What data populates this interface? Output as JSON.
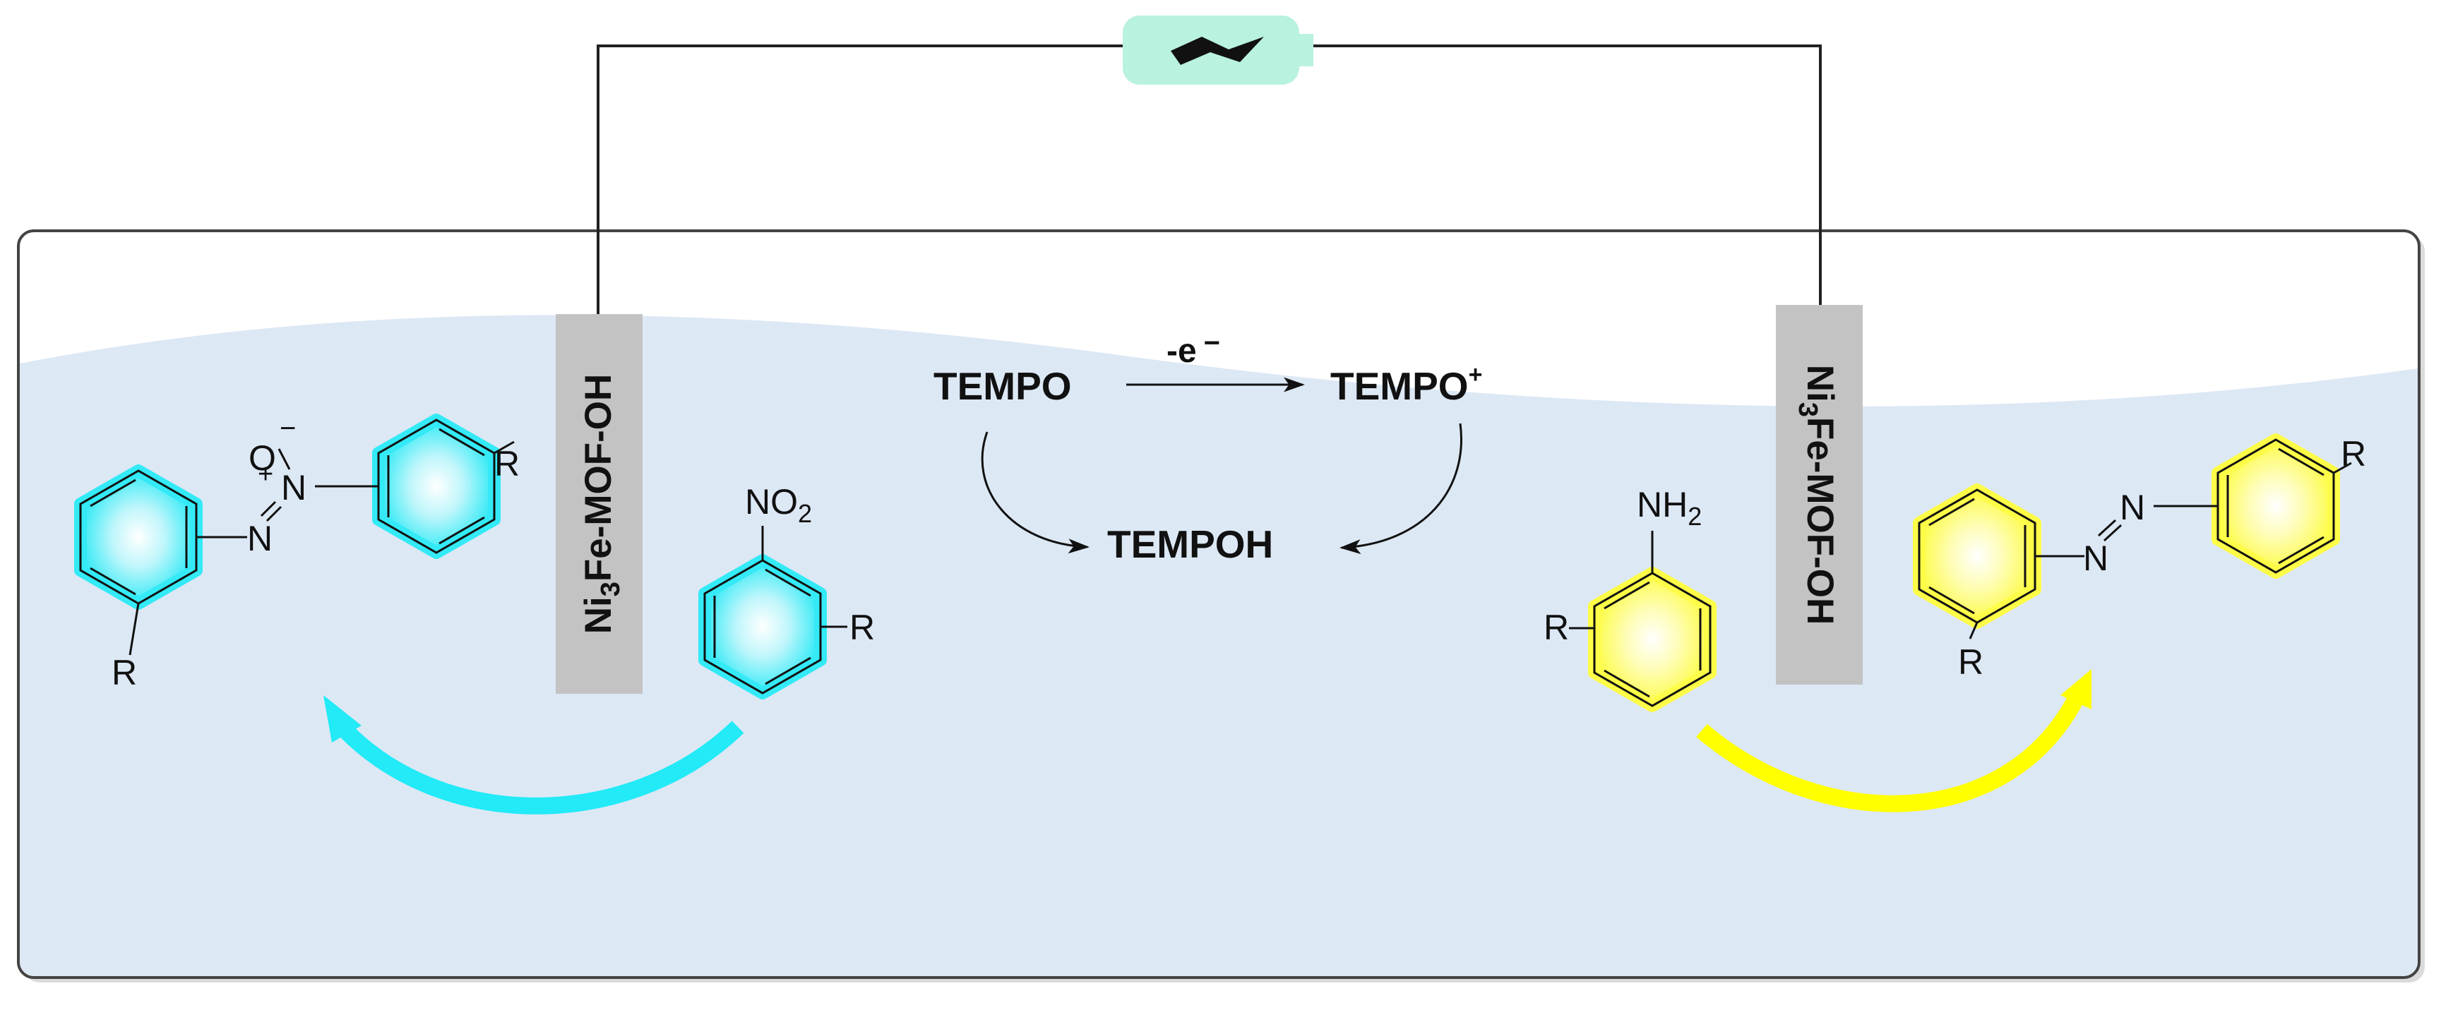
{
  "colors": {
    "solution": "#dde8f5",
    "cell_border": "#444444",
    "wire": "#222222",
    "battery": "#b9f2df",
    "electrode": "#c3c3c3",
    "cathode_ring": "#33eaf6",
    "anode_ring": "#fdfc47",
    "cathode_arrow": "#22eaf6",
    "anode_arrow": "#ffff00"
  },
  "electrodes": {
    "left": {
      "pre": "Ni",
      "sub": "3",
      "post": "Fe-MOF-OH"
    },
    "right": {
      "pre": "Ni",
      "sub": "3",
      "post": "Fe-MOF-OH"
    }
  },
  "mediator": {
    "tempo": "TEMPO",
    "tempo_plus": "TEMPO",
    "plus_sign": "+",
    "tempoh": "TEMPOH",
    "electron_loss": "-e",
    "electron_minus": "−"
  },
  "molecules": {
    "azoxy": {
      "o_minus": "O",
      "o_charge": "−",
      "n_plus": "N",
      "n_plus_charge": "+",
      "n_lower": "N",
      "r1": "R",
      "r2": "R"
    },
    "nitro": {
      "no2_pre": "NO",
      "no2_sub": "2",
      "r": "R"
    },
    "aniline": {
      "nh2_pre": "NH",
      "nh2_sub": "2",
      "r": "R"
    },
    "azo": {
      "n1": "N",
      "n2": "N",
      "r1": "R",
      "r2": "R"
    }
  },
  "icons": {
    "battery": "battery-icon",
    "lightning": "lightning-bolt-icon"
  }
}
